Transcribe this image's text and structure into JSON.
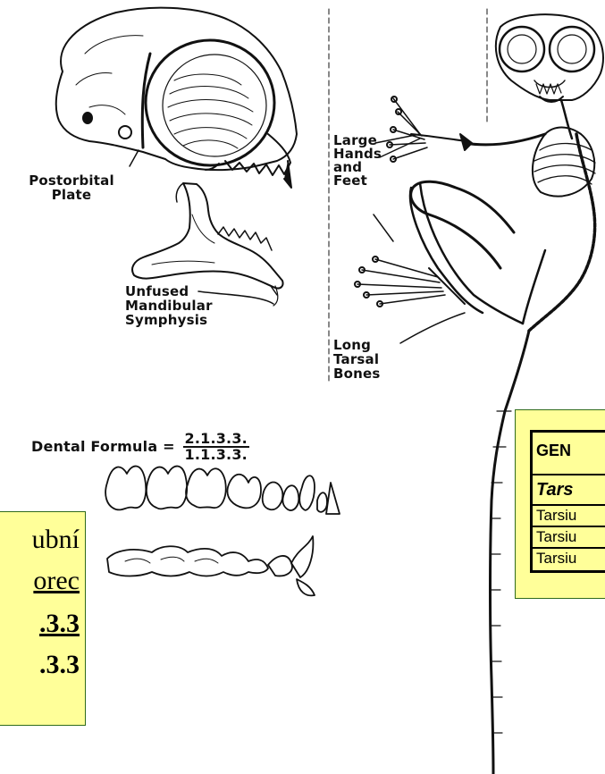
{
  "labels": {
    "postorbital_line1": "Postorbital",
    "postorbital_line2": "Plate",
    "unfused_line1": "Unfused",
    "unfused_line2": "Mandibular",
    "unfused_line3": "Symphysis",
    "large_line1": "Large",
    "large_line2": "Hands",
    "large_line3": "and",
    "large_line4": "Feet",
    "long_line1": "Long",
    "long_line2": "Tarsal",
    "long_line3": "Bones",
    "dental_prefix": "Dental Formula =",
    "dental_upper": "2.1.3.3.",
    "dental_lower": "1.1.3.3."
  },
  "zubni_box": {
    "line1": "ubní",
    "line2": "orec",
    "line3": ".3.3",
    "line4": ".3.3"
  },
  "genus_table": {
    "header": "GEN",
    "species": "Tars",
    "rows": [
      "Tarsiu",
      "Tarsiu",
      "Tarsiu"
    ]
  },
  "colors": {
    "box_fill": "#ffff99",
    "box_border": "#2f6b1a",
    "ink": "#111111"
  }
}
